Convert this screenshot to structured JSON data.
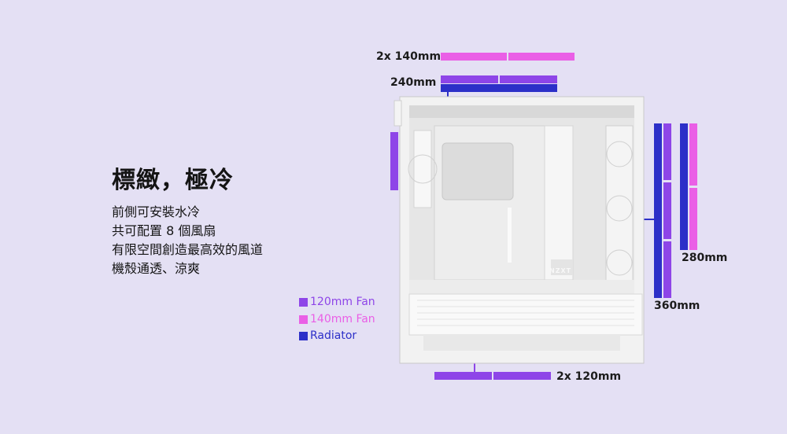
{
  "headline": "標緻，極冷",
  "description": [
    "前側可安裝水冷",
    "共可配置 8 個風扇",
    "有限空間創造最高效的風道",
    "機殼通透、涼爽"
  ],
  "legend": [
    {
      "label": "120mm Fan",
      "color": "#8e45e8"
    },
    {
      "label": "140mm Fan",
      "color": "#ea5fe6"
    },
    {
      "label": "Radiator",
      "color": "#2c2fc8"
    }
  ],
  "dimensions": {
    "top_140": "2x 140mm",
    "top_240": "240mm",
    "bottom_120": "2x 120mm",
    "side_280": "280mm",
    "side_360": "360mm"
  },
  "case_brand": "NZXT",
  "colors": {
    "background": "#e4e0f4",
    "fan_120": "#8e45e8",
    "fan_140": "#ea5fe6",
    "radiator": "#2c2fc8"
  }
}
